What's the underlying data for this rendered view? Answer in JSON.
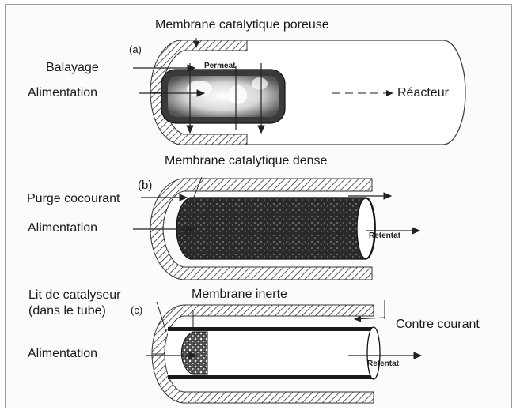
{
  "a": {
    "panel_label": "(a)",
    "title": "Membrane catalytique poreuse",
    "sweep": "Balayage",
    "permeate": "Permeat",
    "feed": "Alimentation",
    "reactor": "Réacteur"
  },
  "b": {
    "panel_label": "(b)",
    "title": "Membrane catalytique dense",
    "purge": "Purge cocourant",
    "feed": "Alimentation",
    "retentate": "Retentat"
  },
  "c": {
    "panel_label": "(c)",
    "catalyst_bed_line1": "Lit de catalyseur",
    "catalyst_bed_line2": "(dans le tube)",
    "title": "Membrane inerte",
    "counter_current": "Contre courant",
    "feed": "Alimentation",
    "retentate": "Retentat"
  }
}
